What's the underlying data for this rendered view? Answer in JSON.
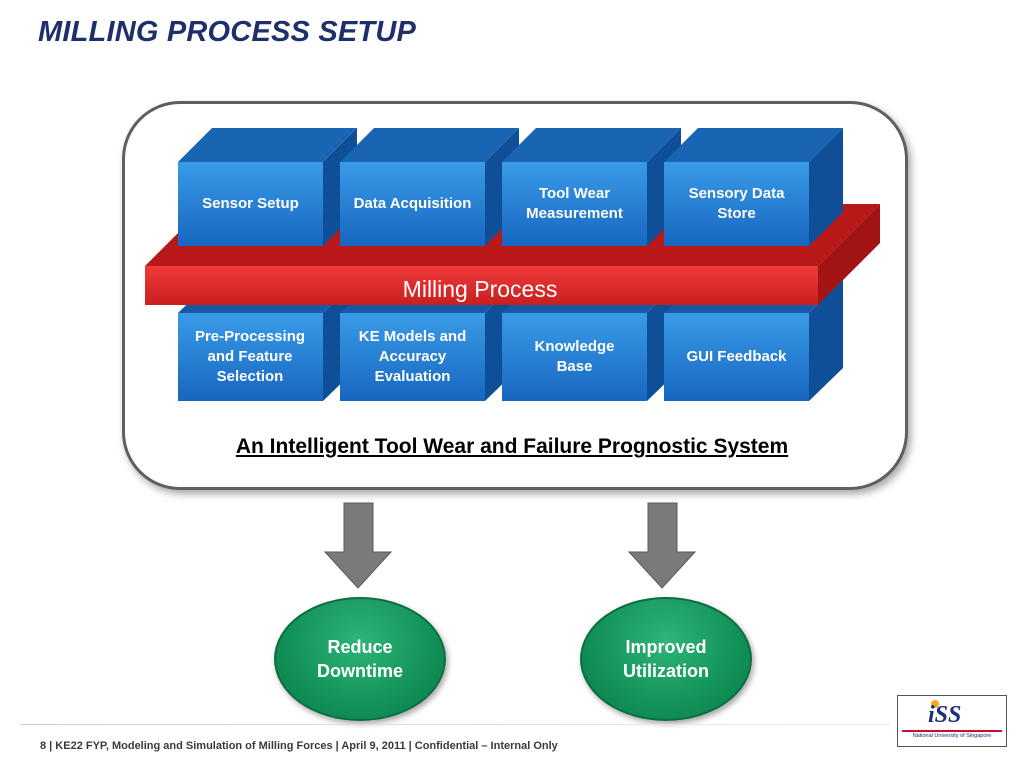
{
  "slide_title": "MILLING PROCESS SETUP",
  "top_modules": [
    "Sensor Setup",
    "Data Acquisition",
    "Tool Wear Measurement",
    "Sensory Data Store"
  ],
  "band_label": "Milling Process",
  "bottom_modules": [
    "Pre-Processing and Feature Selection",
    "KE Models and Accuracy Evaluation",
    "Knowledge Base",
    "GUI Feedback"
  ],
  "system_caption": "An Intelligent Tool Wear and Failure Prognostic System",
  "outcomes": [
    "Reduce Downtime",
    "Improved Utilization"
  ],
  "footer": "8  |  KE22 FYP, Modeling and Simulation of Milling Forces  |  April 9, 2011  |  Confidential – Internal Only",
  "logo": {
    "mark": "iSS",
    "sub": "National University of Singapore"
  },
  "colors": {
    "title": "#1f2f6b",
    "box_front": "#1f7fd6",
    "box_side": "#1160b0",
    "band": "#e32b2b",
    "outcome": "#108f56",
    "arrow": "#7a7a7a"
  }
}
